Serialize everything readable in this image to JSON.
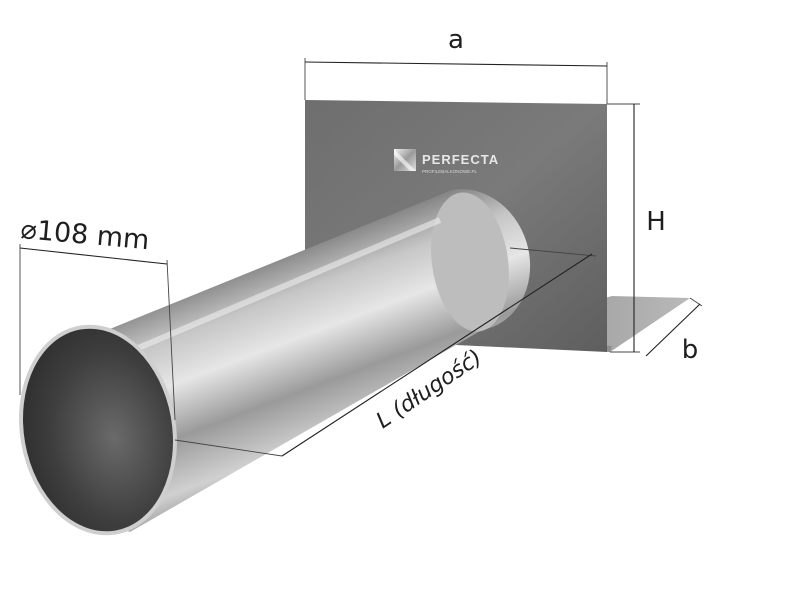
{
  "brand": {
    "name": "PERFECTA",
    "tagline": "PROFILEBALKONOWE.PL"
  },
  "dimensions": {
    "width_label": "a",
    "height_label": "H",
    "depth_label": "b",
    "diameter_label": "⌀108 mm",
    "length_label": "L (długość)"
  },
  "colors": {
    "plate": "#6a6a6a",
    "pipe_light": "#dcdcdc",
    "pipe_dark": "#4a4a4a",
    "line": "#222222"
  }
}
